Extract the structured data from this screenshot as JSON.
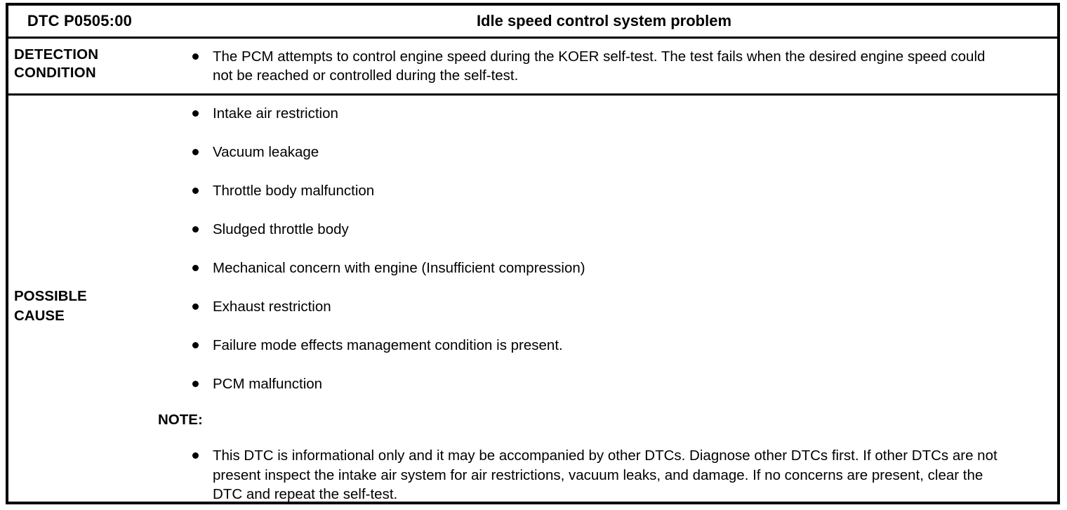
{
  "table": {
    "header": {
      "dtc_code": "DTC P0505:00",
      "title": "Idle speed control system problem"
    },
    "rows": [
      {
        "label": "DETECTION\nCONDITION",
        "bullets": [
          "The PCM attempts to control engine speed during the KOER self-test. The test fails when the desired engine speed could not be reached or controlled during the self-test."
        ]
      },
      {
        "label": "POSSIBLE\nCAUSE",
        "bullets": [
          "Intake air restriction",
          "Vacuum leakage",
          "Throttle body malfunction",
          "Sludged throttle body",
          "Mechanical concern with engine (Insufficient compression)",
          "Exhaust restriction",
          "Failure mode effects management condition is present.",
          "PCM malfunction"
        ],
        "note_label": "NOTE:",
        "note_bullets": [
          "This DTC is informational only and it may be accompanied by other DTCs. Diagnose other DTCs first. If other DTCs are not present inspect the intake air system for air restrictions, vacuum leaks, and damage. If no concerns are present, clear the DTC and repeat the self-test."
        ]
      }
    ]
  },
  "colors": {
    "border": "#000000",
    "text": "#000000",
    "background": "#ffffff"
  }
}
